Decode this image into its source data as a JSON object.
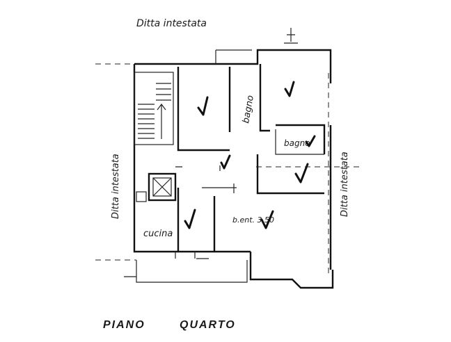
{
  "labels": {
    "top_neighbor": "Ditta intestata",
    "left_neighbor": "Ditta intestata",
    "right_neighbor": "Ditta intestata",
    "bagno_1": "bagno",
    "bagno_2": "bagno",
    "cucina": "cucina",
    "soggiorno": "b.ent. 3.50",
    "piano": "PIANO",
    "quarto": "QUARTO"
  }
}
